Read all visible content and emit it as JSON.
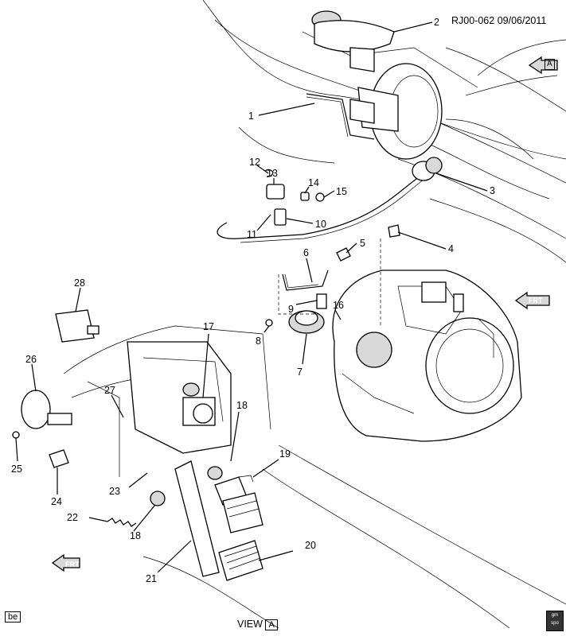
{
  "header": {
    "ref_code": "RJ00-062",
    "date": "09/06/2011"
  },
  "view_markers": {
    "A": "A",
    "frt": "FRT"
  },
  "footer": {
    "corner_code": "be",
    "view_label": "VIEW",
    "view_letter": "A",
    "logo_top": "gm",
    "logo_bottom": "spo"
  },
  "callouts": [
    "1",
    "2",
    "3",
    "4",
    "5",
    "6",
    "7",
    "8",
    "9",
    "10",
    "11",
    "12",
    "13",
    "14",
    "15",
    "16",
    "17",
    "18",
    "19",
    "20",
    "21",
    "22",
    "23",
    "24",
    "25",
    "26",
    "27",
    "28"
  ]
}
